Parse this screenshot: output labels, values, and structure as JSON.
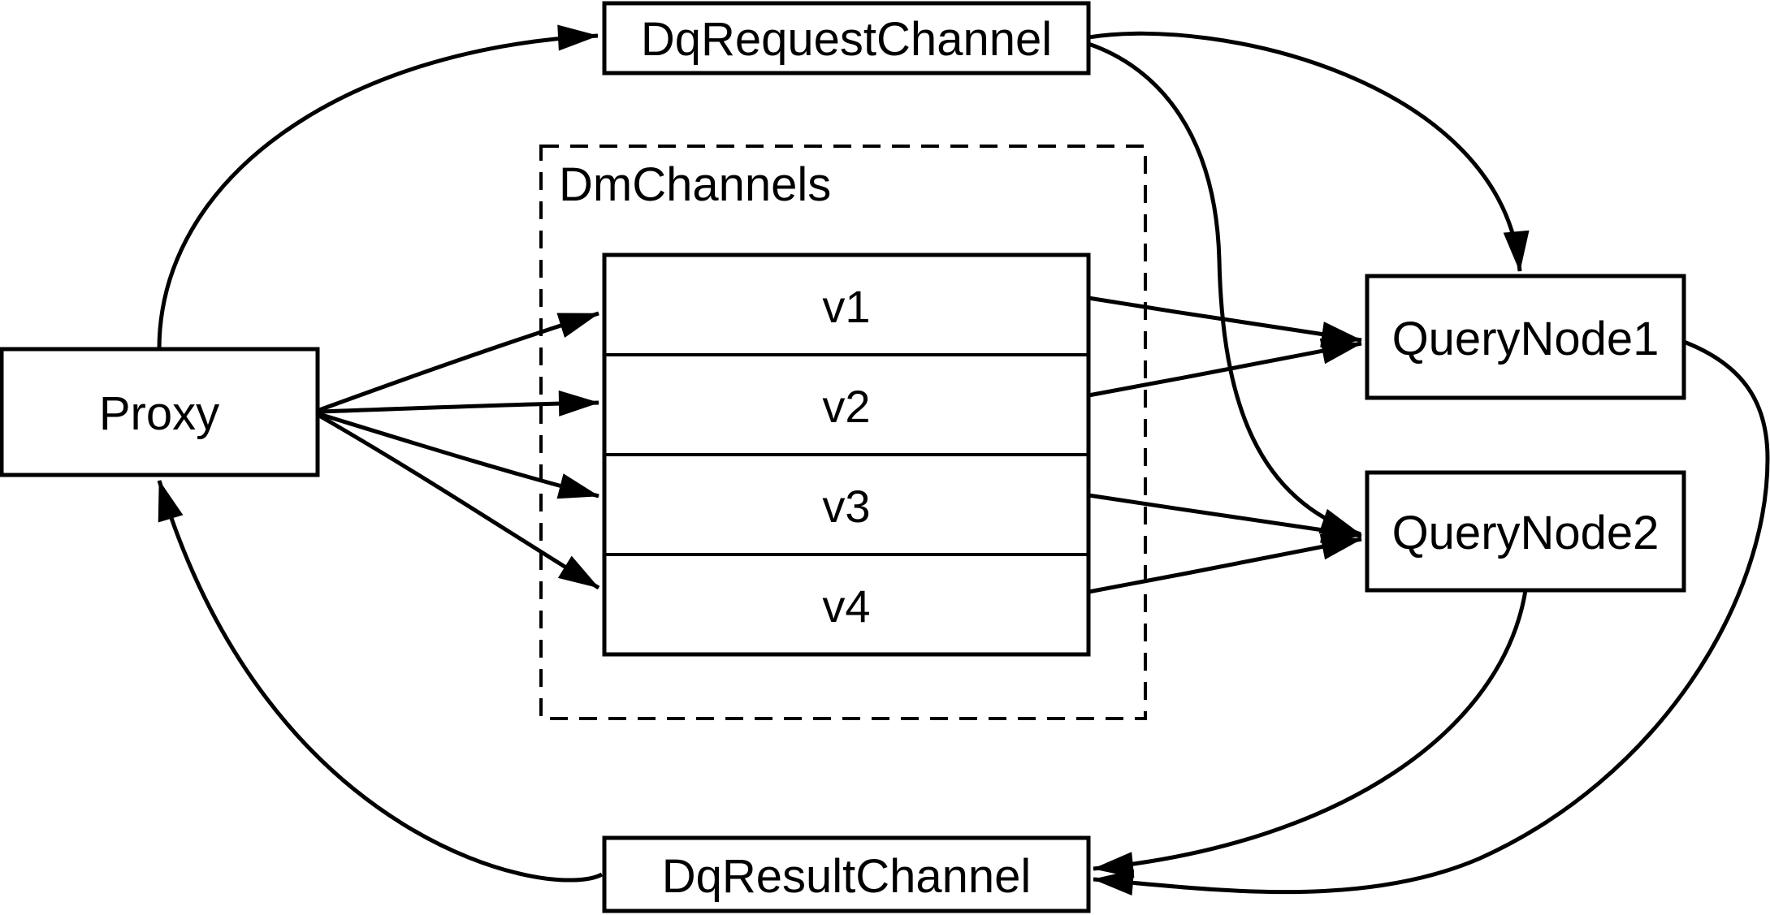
{
  "diagram": {
    "nodes": {
      "proxy": {
        "label": "Proxy"
      },
      "dq_request_channel": {
        "label": "DqRequestChannel"
      },
      "dq_result_channel": {
        "label": "DqResultChannel"
      },
      "query_node_1": {
        "label": "QueryNode1"
      },
      "query_node_2": {
        "label": "QueryNode2"
      }
    },
    "group": {
      "label": "DmChannels"
    },
    "channels": [
      {
        "label": "v1"
      },
      {
        "label": "v2"
      },
      {
        "label": "v3"
      },
      {
        "label": "v4"
      }
    ],
    "edges": [
      {
        "from": "Proxy",
        "to": "DqRequestChannel"
      },
      {
        "from": "DqRequestChannel",
        "to": "QueryNode1"
      },
      {
        "from": "DqRequestChannel",
        "to": "QueryNode2"
      },
      {
        "from": "Proxy",
        "to": "v1"
      },
      {
        "from": "Proxy",
        "to": "v2"
      },
      {
        "from": "Proxy",
        "to": "v3"
      },
      {
        "from": "Proxy",
        "to": "v4"
      },
      {
        "from": "v1",
        "to": "QueryNode1"
      },
      {
        "from": "v2",
        "to": "QueryNode1"
      },
      {
        "from": "v3",
        "to": "QueryNode2"
      },
      {
        "from": "v4",
        "to": "QueryNode2"
      },
      {
        "from": "QueryNode1",
        "to": "DqResultChannel"
      },
      {
        "from": "QueryNode2",
        "to": "DqResultChannel"
      },
      {
        "from": "DqResultChannel",
        "to": "Proxy"
      }
    ],
    "colors": {
      "stroke": "#000000",
      "background": "#ffffff"
    }
  }
}
